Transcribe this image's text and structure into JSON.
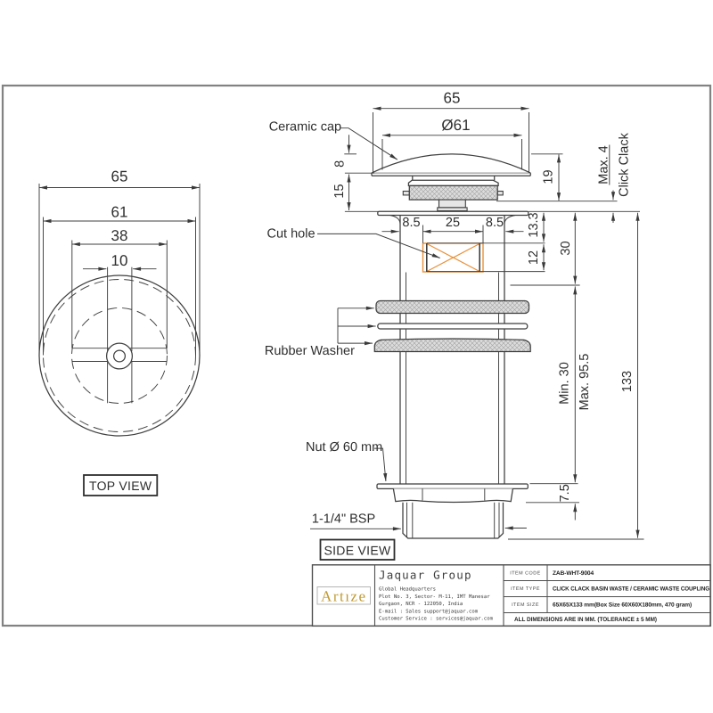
{
  "drawing": {
    "top_view": {
      "label": "TOP VIEW",
      "dims": {
        "outer": "65",
        "flange": "61",
        "cross": "38",
        "slot": "10"
      }
    },
    "side_view": {
      "label": "SIDE VIEW",
      "dims": {
        "cap_width": "65",
        "cap_dia": "Ø61",
        "dome_height": "8",
        "rim_to_deck": "15",
        "cap_to_collar": "19",
        "max4": "Max. 4",
        "click_clack": "Click Clack",
        "gap_left": "8.5",
        "hole_width": "25",
        "gap_right": "8.5",
        "deck_to_hole": "13.3",
        "hole_height": "12",
        "deck_to_ref": "30",
        "min30": "Min. 30",
        "max955": "Max. 95.5",
        "total_height": "133",
        "nut_height": "7.5",
        "thread": "1-1/4\" BSP"
      },
      "labels": {
        "ceramic_cap": "Ceramic cap",
        "cut_hole": "Cut hole",
        "rubber_washer": "Rubber Washer",
        "nut": "Nut Ø 60 mm"
      }
    },
    "colors": {
      "line": "#3f3f3f",
      "frame": "#828282",
      "cut_hole_accent": "#e8913a",
      "washer_fill": "#dcdcdc",
      "logo_gold": "#c09a33"
    }
  },
  "title_block": {
    "logo_text": "Artıze",
    "company": "Jaquar Group",
    "address": [
      "Global Headquarters",
      "Plot No. 3, Sector- M-11, IMT Manesar",
      "Gurgaon, NCR - 122050, India",
      "E-mail : Sales  support@jaquar.com",
      "Customer Service : services@jaquar.com"
    ],
    "rows": [
      {
        "label": "ITEM CODE",
        "value": "ZAB-WHT-9004"
      },
      {
        "label": "ITEM TYPE",
        "value": "CLICK CLACK BASIN WASTE / CERAMIC WASTE COUPLING"
      },
      {
        "label": "ITEM SIZE",
        "value": "65X65X133 mm(Box Size 60X60X180mm, 470 gram)"
      }
    ],
    "note": "ALL DIMENSIONS ARE IN MM. (TOLERANCE ± 5 MM)"
  }
}
